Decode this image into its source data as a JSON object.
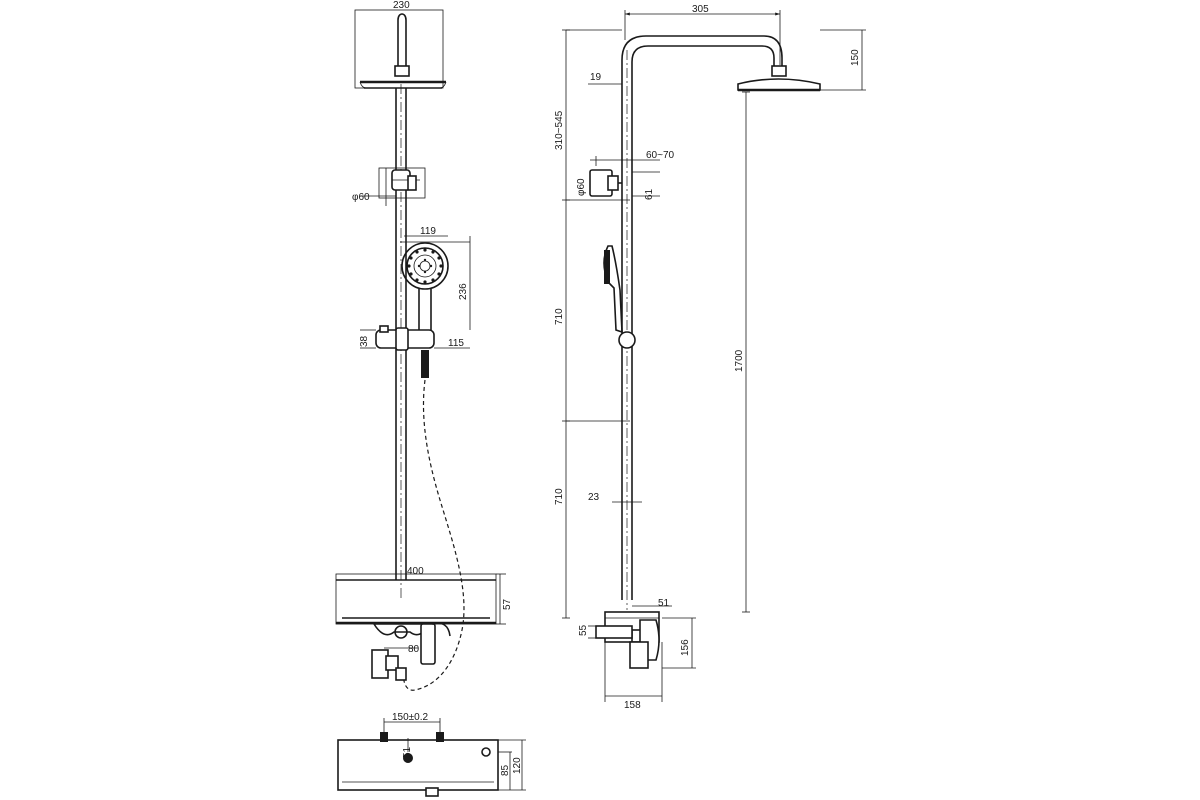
{
  "front_view": {
    "width_head": "230",
    "holder_dia": "φ60",
    "hand_width": "119",
    "hand_height": "236",
    "slider_height": "38",
    "slider_offset": "115",
    "shelf_width": "400",
    "shelf_height": "57",
    "valve_offset": "80"
  },
  "side_view": {
    "arm_length": "305",
    "head_height": "150",
    "pipe_offset": "19",
    "range_upper": "310~545",
    "holder_offset": "60~70",
    "holder_dia": "φ60",
    "holder_height": "61",
    "upper_length": "710",
    "total_height": "1700",
    "lower_length": "710",
    "pipe_dia": "23",
    "shelf_depth": "51",
    "valve_offset": "55",
    "valve_height": "156",
    "valve_width": "158"
  },
  "bottom_view": {
    "mount_spacing": "150±0.2",
    "outlet_dia": "51",
    "height_inner": "85",
    "height_outer": "120"
  }
}
